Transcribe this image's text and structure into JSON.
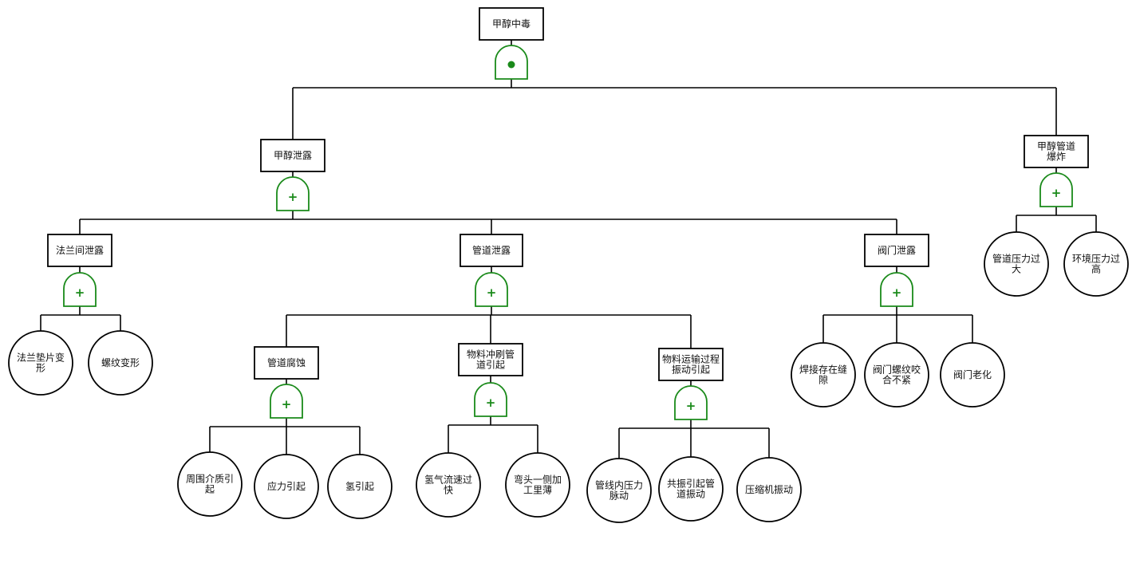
{
  "colors": {
    "line": "#000000",
    "gate": "#1a8a1a",
    "box_fill": "#ffffff",
    "text": "#111111"
  },
  "events": {
    "top": "甲醇中毒",
    "leak": "甲醇泄露",
    "explosion": "甲醇管道爆炸",
    "flange_leak": "法兰间泄露",
    "pipe_leak": "管道泄露",
    "valve_leak": "阀门泄露",
    "pipe_corrosion": "管道腐蚀",
    "material_scour": "物料冲刷管道引起",
    "transport_vibration": "物料运输过程振动引起",
    "gasket_deform": "法兰垫片变形",
    "thread_deform": "螺纹变形",
    "medium_cause": "周围介质引起",
    "stress_cause": "应力引起",
    "hydrogen_cause": "氢引起",
    "hydrogen_fast": "氢气流速过快",
    "elbow_thin": "弯头一侧加工里薄",
    "pressure_pulse": "管线内压力脉动",
    "resonance": "共振引起管道振动",
    "compressor_vib": "压缩机振动",
    "weld_gap": "焊接存在缝隙",
    "valve_thread": "阀门螺纹咬合不紧",
    "valve_aging": "阀门老化",
    "pipe_pressure": "管道压力过大",
    "env_pressure": "环境压力过高"
  },
  "gates": {
    "top": "AND",
    "leak": "OR",
    "explosion": "OR",
    "flange_leak": "OR",
    "pipe_leak": "OR",
    "valve_leak": "OR",
    "pipe_corrosion": "OR",
    "material_scour": "OR",
    "transport_vibration": "OR"
  }
}
